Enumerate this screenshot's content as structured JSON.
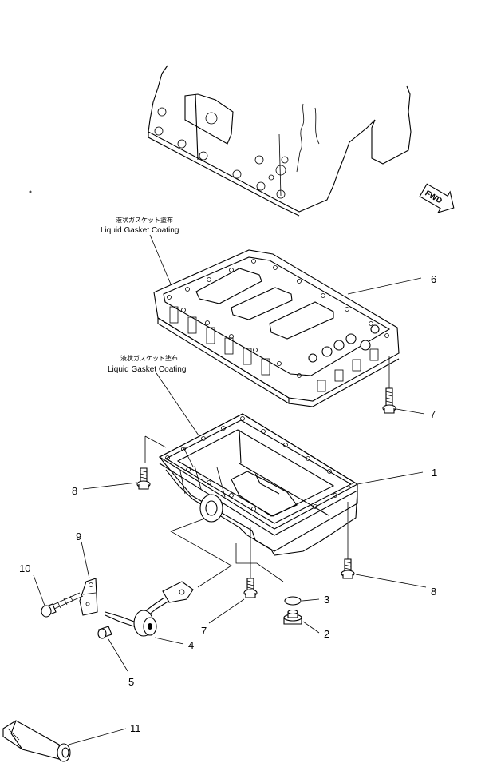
{
  "notes": {
    "upper": {
      "jp": "液状ガスケット塗布",
      "en": "Liquid Gasket Coating"
    },
    "lower": {
      "jp": "液状ガスケット塗布",
      "en": "Liquid Gasket Coating"
    }
  },
  "fwd_label": "FWD",
  "callouts": {
    "c1": "1",
    "c2": "2",
    "c3": "3",
    "c4": "4",
    "c5": "5",
    "c6": "6",
    "c7a": "7",
    "c7b": "7",
    "c8a": "8",
    "c8b": "8",
    "c9": "9",
    "c10": "10",
    "c11": "11"
  }
}
